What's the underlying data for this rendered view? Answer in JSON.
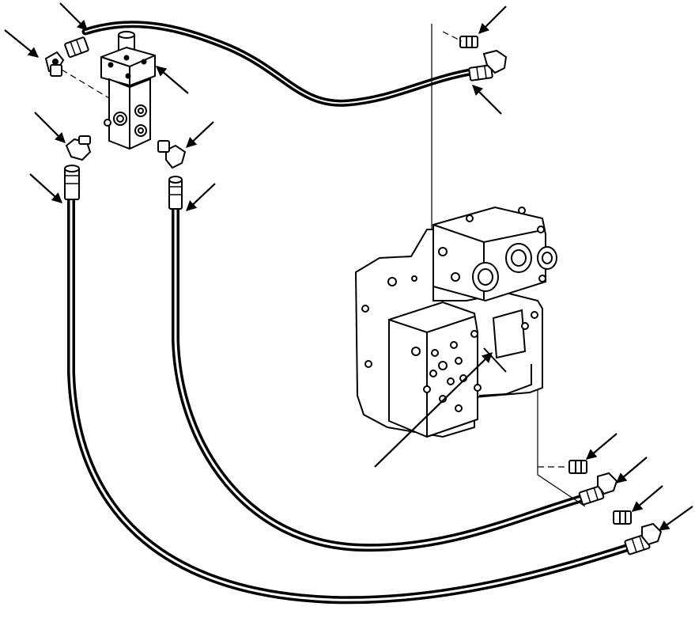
{
  "colors": {
    "ink": "#000000",
    "background": "#ffffff"
  },
  "diagram": {
    "parts": [
      {
        "name": "steering-valve-block",
        "icon": "valve-block-icon"
      },
      {
        "name": "control-valve-assembly",
        "icon": "control-valve-icon"
      },
      {
        "name": "hydraulic-hose",
        "icon": "hose-icon"
      },
      {
        "name": "elbow-fitting",
        "icon": "elbow-fitting-icon"
      },
      {
        "name": "straight-connector",
        "icon": "connector-icon"
      }
    ]
  }
}
